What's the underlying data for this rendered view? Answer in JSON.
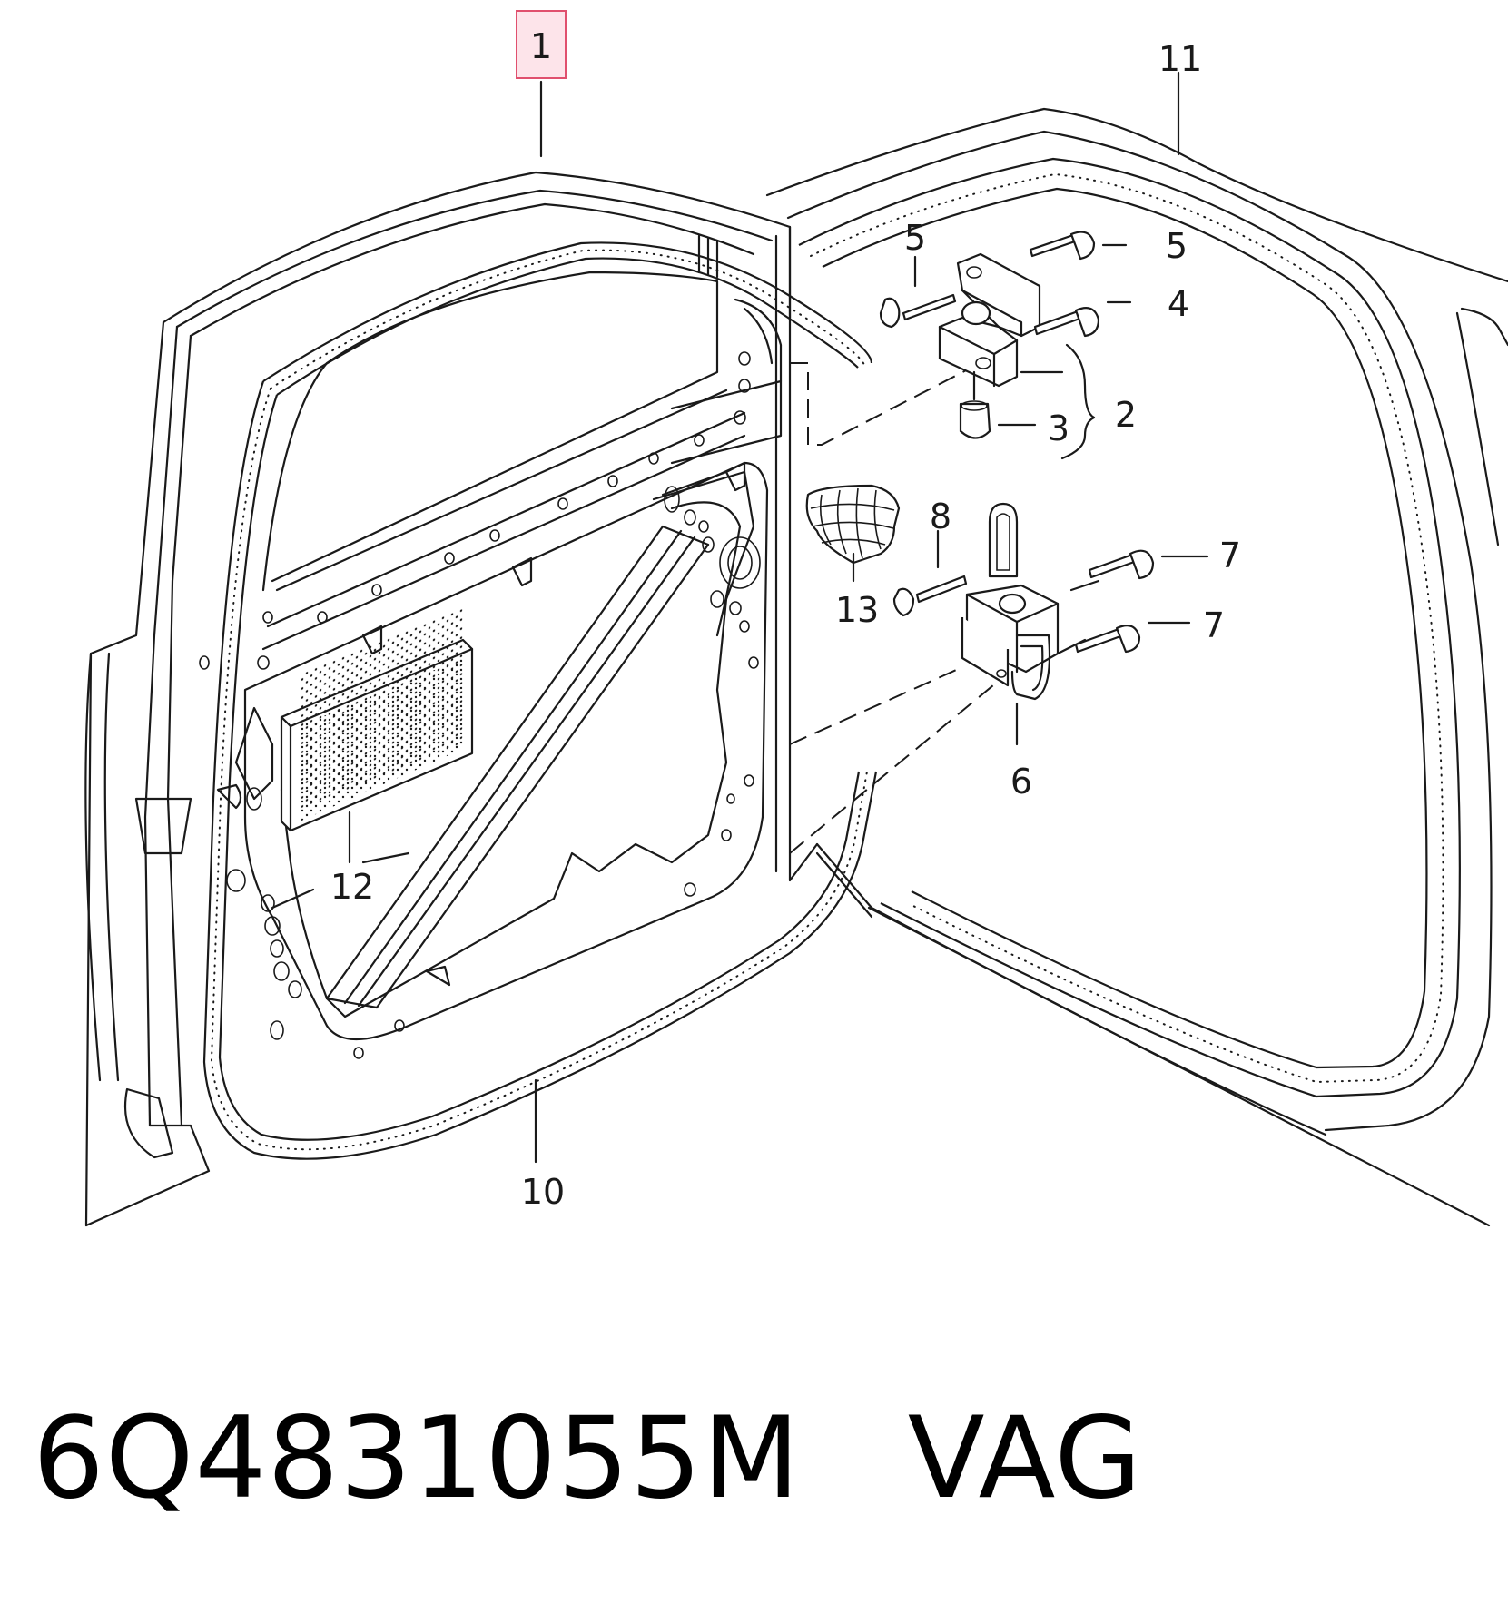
{
  "diagram": {
    "callouts": [
      {
        "id": "1",
        "label": "1",
        "highlighted": true
      },
      {
        "id": "2",
        "label": "2"
      },
      {
        "id": "3",
        "label": "3"
      },
      {
        "id": "4",
        "label": "4"
      },
      {
        "id": "5a",
        "label": "5"
      },
      {
        "id": "5b",
        "label": "5"
      },
      {
        "id": "6",
        "label": "6"
      },
      {
        "id": "7a",
        "label": "7"
      },
      {
        "id": "7b",
        "label": "7"
      },
      {
        "id": "8",
        "label": "8"
      },
      {
        "id": "10",
        "label": "10"
      },
      {
        "id": "11",
        "label": "11"
      },
      {
        "id": "12",
        "label": "12"
      },
      {
        "id": "13",
        "label": "13"
      }
    ],
    "highlight_color": "#e0506e"
  },
  "footer": {
    "part_number": "6Q4831055M",
    "brand": "VAG"
  }
}
